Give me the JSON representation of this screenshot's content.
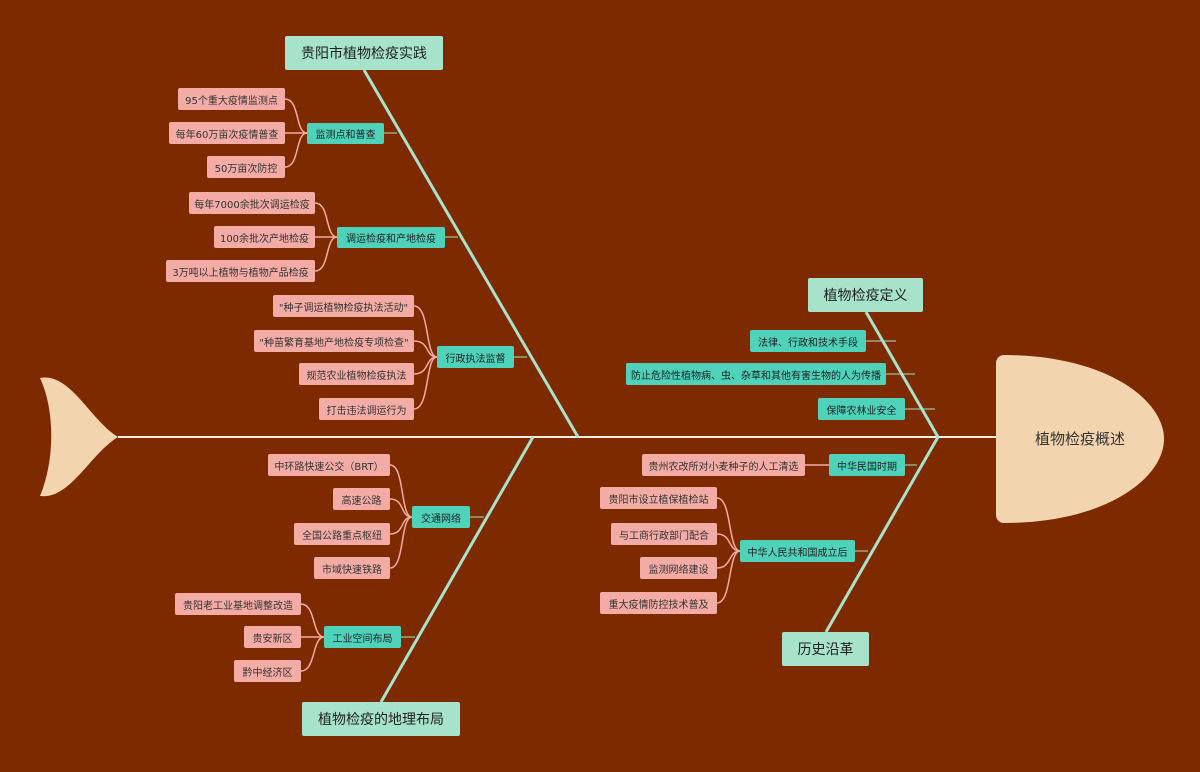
{
  "head": "植物检疫概述",
  "branches": {
    "practice": {
      "title": "贵阳市植物检疫实践",
      "groups": [
        {
          "label": "监测点和普查",
          "items": [
            "95个重大疫情监测点",
            "每年60万亩次疫情普查",
            "50万亩次防控"
          ]
        },
        {
          "label": "调运检疫和产地检疫",
          "items": [
            "每年7000余批次调运检疫",
            "100余批次产地检疫",
            "3万吨以上植物与植物产品检疫"
          ]
        },
        {
          "label": "行政执法监督",
          "items": [
            "\"种子调运植物检疫执法活动\"",
            "\"种苗繁育基地产地检疫专项检查\"",
            "规范农业植物检疫执法",
            "打击违法调运行为"
          ]
        }
      ]
    },
    "geography": {
      "title": "植物检疫的地理布局",
      "groups": [
        {
          "label": "交通网络",
          "items": [
            "中环路快速公交（BRT）",
            "高速公路",
            "全国公路重点枢纽",
            "市域快速铁路"
          ]
        },
        {
          "label": "工业空间布局",
          "items": [
            "贵阳老工业基地调整改造",
            "贵安新区",
            "黔中经济区"
          ]
        }
      ]
    },
    "definition": {
      "title": "植物检疫定义",
      "items": [
        "法律、行政和技术手段",
        "防止危险性植物病、虫、杂草和其他有害生物的人为传播",
        "保障农林业安全"
      ]
    },
    "history": {
      "title": "历史沿革",
      "groups": [
        {
          "label": "中华民国时期",
          "items": [
            "贵州农改所对小麦种子的人工清选"
          ]
        },
        {
          "label": "中华人民共和国成立后",
          "items": [
            "贵阳市设立植保植检站",
            "与工商行政部门配合",
            "监测网络建设",
            "重大疫情防控技术普及"
          ]
        }
      ]
    }
  }
}
